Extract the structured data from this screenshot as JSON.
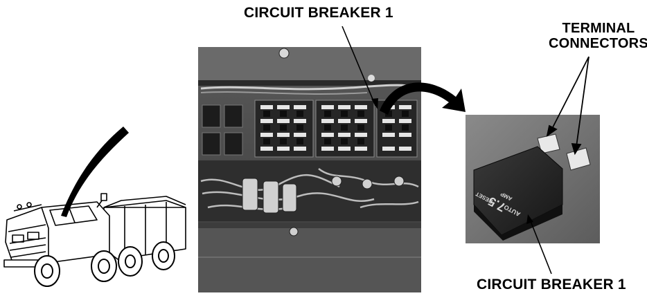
{
  "labels": {
    "top_callout": "CIRCUIT BREAKER 1",
    "terminal_line1": "TERMINAL",
    "terminal_line2": "CONNECTORS",
    "bottom_callout": "CIRCUIT BREAKER 1"
  },
  "breaker_markings": {
    "rating": "7.5",
    "unit": "AMP",
    "auto_text": "AUTO",
    "reset_text": "RESET"
  },
  "colors": {
    "panel_bg": "#4a4a4a",
    "panel_dark": "#2a2a2a",
    "photo_bg": "#7a7a7a",
    "breaker_body": "#1e1e1e",
    "line": "#000000"
  }
}
